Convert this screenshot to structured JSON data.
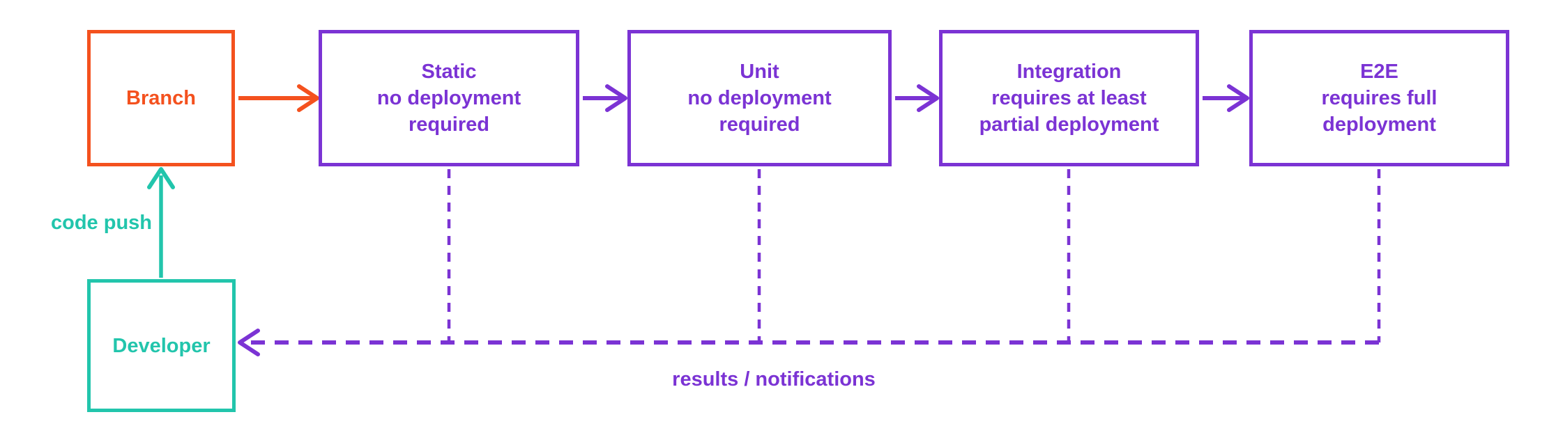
{
  "colors": {
    "purple": "#7B33D4",
    "orange": "#F4511E",
    "teal": "#22C5AC"
  },
  "nodes": {
    "branch": {
      "title": "Branch"
    },
    "static": {
      "title": "Static",
      "sub1": "no deployment",
      "sub2": "required"
    },
    "unit": {
      "title": "Unit",
      "sub1": "no deployment",
      "sub2": "required"
    },
    "integration": {
      "title": "Integration",
      "sub1": "requires at least",
      "sub2": "partial deployment"
    },
    "e2e": {
      "title": "E2E",
      "sub1": "requires full",
      "sub2": "deployment"
    },
    "developer": {
      "title": "Developer"
    }
  },
  "edges": {
    "code_push": {
      "label": "code push"
    },
    "results": {
      "label": "results / notifications"
    }
  }
}
